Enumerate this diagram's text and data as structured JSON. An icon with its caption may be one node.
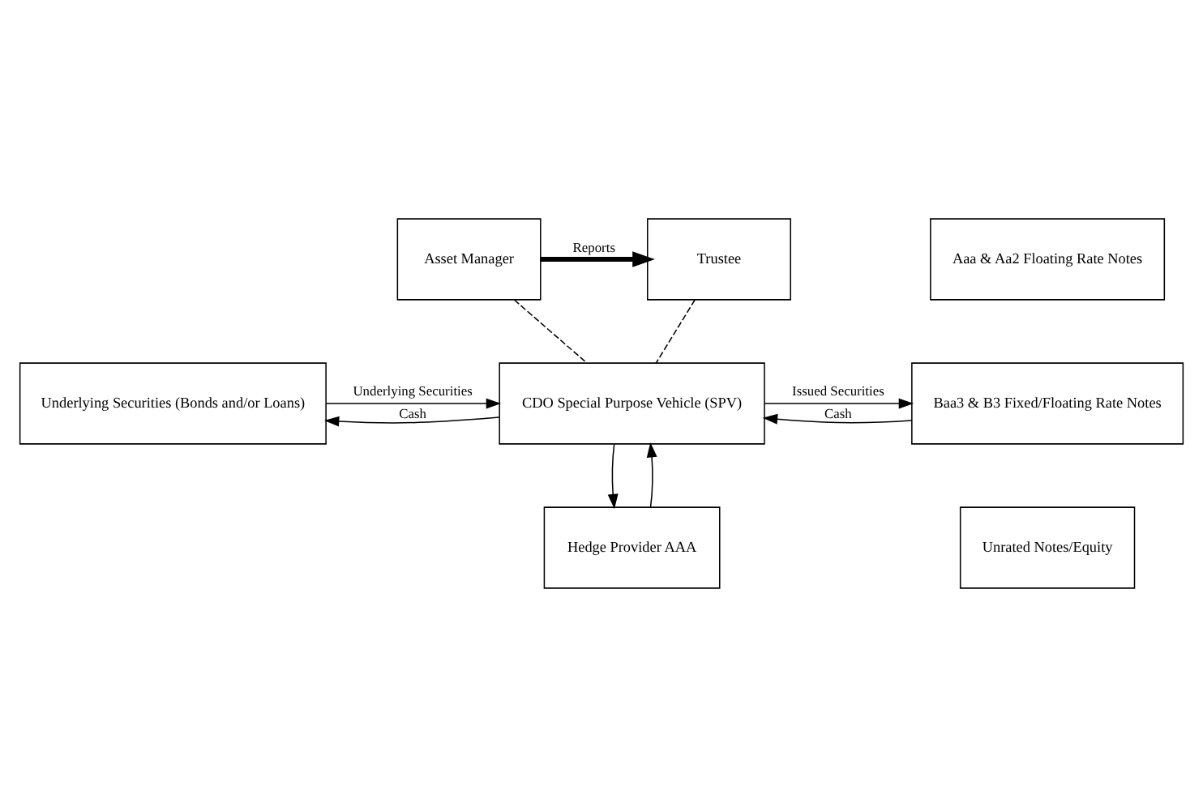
{
  "diagram": {
    "nodes": [
      {
        "text": [
          "Asset Manager"
        ]
      },
      {
        "text": [
          "Trustee"
        ]
      },
      {
        "text": [
          "Underlying Securities (Bonds and/or Loans)"
        ]
      },
      {
        "text": [
          "CDO Special Purpose Vehicle (SPV)"
        ]
      },
      {
        "text": [
          "Aaa & Aa2 Floating Rate Notes"
        ]
      },
      {
        "text": [
          "Baa3 & B3 Fixed/Floating Rate Notes"
        ]
      },
      {
        "text": [
          "Unrated Notes/Equity"
        ]
      },
      {
        "text": [
          "Hedge Provider AAA"
        ]
      }
    ],
    "edges": [
      {
        "from": 0,
        "to": 1,
        "arrow": "to",
        "label": "Reports",
        "style": "thick"
      },
      {
        "from": 0,
        "to": 3,
        "arrow": "none",
        "style": "dashed"
      },
      {
        "from": 1,
        "to": 3,
        "arrow": "none",
        "style": "dashed"
      },
      {
        "from": 2,
        "to": 3,
        "arrow": "to",
        "label": "Underlying Securities"
      },
      {
        "from": 3,
        "to": 2,
        "arrow": "to",
        "label": "Cash"
      },
      {
        "from": 3,
        "to": 5,
        "arrow": "to",
        "label": "Issued Securities"
      },
      {
        "from": 5,
        "to": 3,
        "arrow": "to",
        "label": "Cash"
      },
      {
        "from": 3,
        "to": 7,
        "arrow": "to"
      },
      {
        "from": 7,
        "to": 3,
        "arrow": "to"
      }
    ]
  }
}
